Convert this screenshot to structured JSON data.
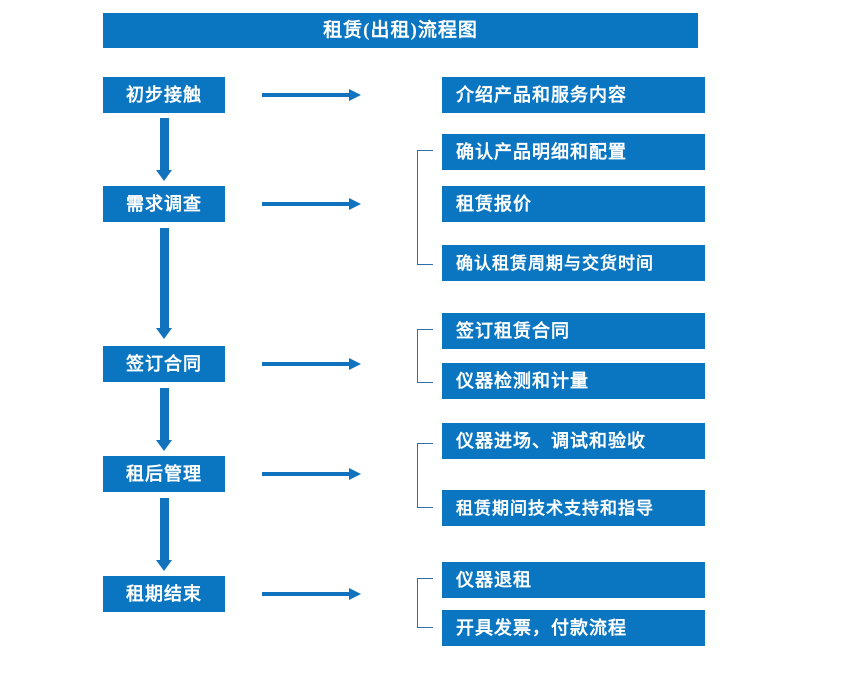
{
  "title": "租赁(出租)流程图",
  "colors": {
    "box_blue": "#0A76C2",
    "arrow_blue": "#1173BE",
    "bracket_blue": "#2E6FA8",
    "text_white": "#FFFFFF",
    "background": "#FFFFFF"
  },
  "stages": [
    {
      "label": "初步接触"
    },
    {
      "label": "需求调查"
    },
    {
      "label": "签订合同"
    },
    {
      "label": "租后管理"
    },
    {
      "label": "租期结束"
    }
  ],
  "groups": [
    {
      "bracket": false,
      "items": [
        {
          "label": "介绍产品和服务内容"
        }
      ]
    },
    {
      "bracket": true,
      "items": [
        {
          "label": "确认产品明细和配置"
        },
        {
          "label": "租赁报价"
        },
        {
          "label": "确认租赁周期与交货时间"
        }
      ]
    },
    {
      "bracket": true,
      "items": [
        {
          "label": "签订租赁合同"
        },
        {
          "label": "仪器检测和计量"
        }
      ]
    },
    {
      "bracket": true,
      "items": [
        {
          "label": "仪器进场、调试和验收"
        },
        {
          "label": "租赁期间技术支持和指导"
        }
      ]
    },
    {
      "bracket": true,
      "items": [
        {
          "label": "仪器退租"
        },
        {
          "label": "开具发票，付款流程"
        }
      ]
    }
  ],
  "flow": {
    "horizontal_arrow_count": 5,
    "vertical_arrow_count": 4,
    "direction": "top-to-bottom"
  }
}
